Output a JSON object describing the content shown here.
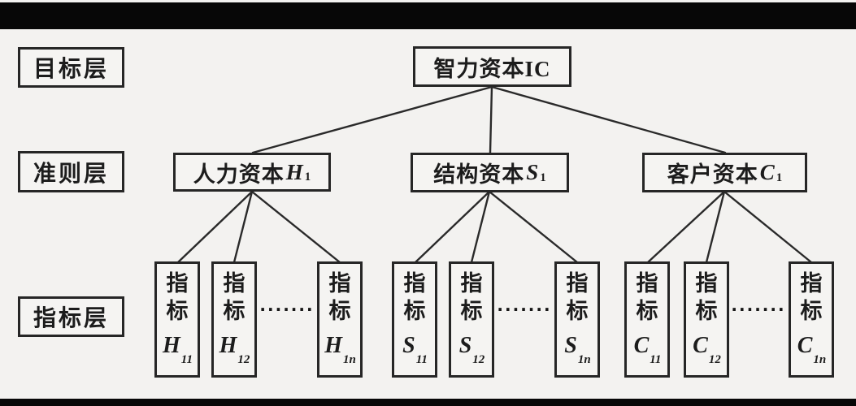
{
  "figure": {
    "background_color": "#f3f2f0",
    "letterbox_color": "#070707",
    "line_color": "#2a2a2a",
    "ink_color": "#1c1c1c"
  },
  "layer_labels": [
    {
      "label": "目标层"
    },
    {
      "label": "准则层"
    },
    {
      "label": "指标层"
    }
  ],
  "goal": {
    "text": "智力资本IC"
  },
  "criteria": [
    {
      "text": "人力资本",
      "var": "H",
      "sub": "1"
    },
    {
      "text": "结构资本",
      "var": "S",
      "sub": "1"
    },
    {
      "text": "客户资本",
      "var": "C",
      "sub": "1"
    }
  ],
  "indicators": [
    {
      "char1": "指",
      "char2": "标",
      "var": "H",
      "sub": "11"
    },
    {
      "char1": "指",
      "char2": "标",
      "var": "H",
      "sub": "12"
    },
    {
      "char1": "指",
      "char2": "标",
      "var": "H",
      "sub": "1n"
    },
    {
      "char1": "指",
      "char2": "标",
      "var": "S",
      "sub": "11"
    },
    {
      "char1": "指",
      "char2": "标",
      "var": "S",
      "sub": "12"
    },
    {
      "char1": "指",
      "char2": "标",
      "var": "S",
      "sub": "1n"
    },
    {
      "char1": "指",
      "char2": "标",
      "var": "C",
      "sub": "11"
    },
    {
      "char1": "指",
      "char2": "标",
      "var": "C",
      "sub": "12"
    },
    {
      "char1": "指",
      "char2": "标",
      "var": "C",
      "sub": "1n"
    }
  ],
  "ellipsis": {
    "text": "·······"
  }
}
